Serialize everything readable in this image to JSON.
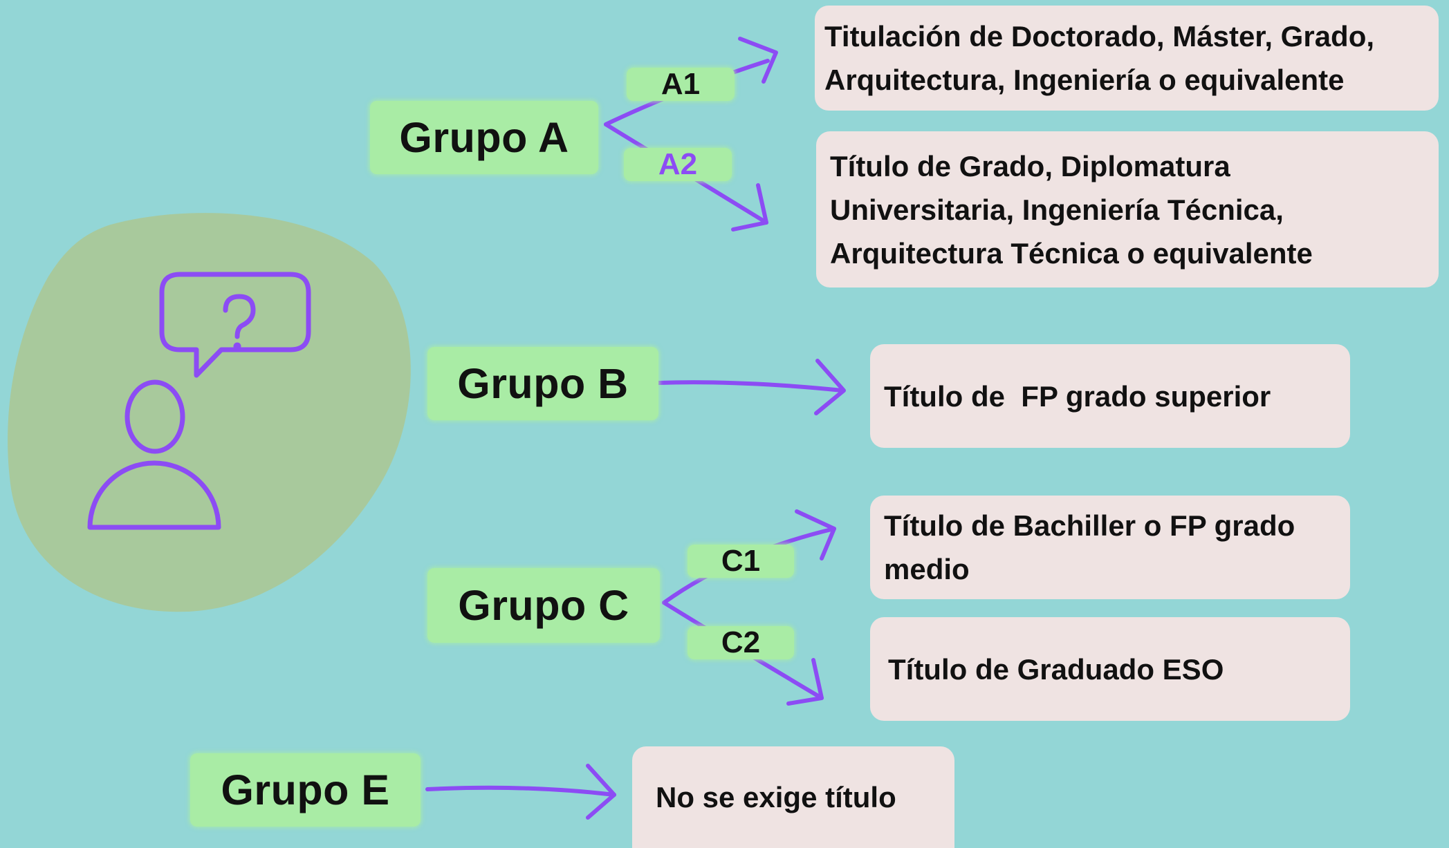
{
  "colors": {
    "background": "#93d6d6",
    "blob": "#a8c99c",
    "accent": "#8c4cf4",
    "tag": "#a9eca5",
    "box": "#efe3e2"
  },
  "icons": {
    "person": "person-question-icon"
  },
  "groups": {
    "a": {
      "label": "Grupo A",
      "subgroups": [
        {
          "label": "A1",
          "description": "Titulación de Doctorado, Máster, Grado, Arquitectura, Ingeniería o equivalente"
        },
        {
          "label": "A2",
          "description": "Título de Grado, Diplomatura Universitaria, Ingeniería Técnica, Arquitectura Técnica o equivalente"
        }
      ]
    },
    "b": {
      "label": "Grupo B",
      "description": "Título de  FP grado superior"
    },
    "c": {
      "label": "Grupo C",
      "subgroups": [
        {
          "label": "C1",
          "description": "Título de Bachiller o FP grado medio"
        },
        {
          "label": "C2",
          "description": "Título de Graduado ESO"
        }
      ]
    },
    "e": {
      "label": "Grupo E",
      "description": "No se exige título"
    }
  }
}
